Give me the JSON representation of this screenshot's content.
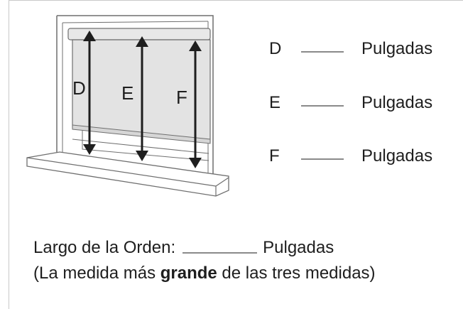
{
  "measurements": [
    {
      "letter": "D",
      "unit": "Pulgadas"
    },
    {
      "letter": "E",
      "unit": "Pulgadas"
    },
    {
      "letter": "F",
      "unit": "Pulgadas"
    }
  ],
  "diagram_labels": {
    "d": "D",
    "e": "E",
    "f": "F"
  },
  "order": {
    "label": "Largo de la Orden:",
    "unit": "Pulgadas"
  },
  "note": {
    "prefix": "(La medida más ",
    "bold": "grande",
    "suffix": " de las tres medidas)"
  },
  "colors": {
    "blind": "#e3e3e3",
    "stroke": "#1e1e1e",
    "frame": "#6f6f6f",
    "blank_line": "#8a8a8a"
  }
}
